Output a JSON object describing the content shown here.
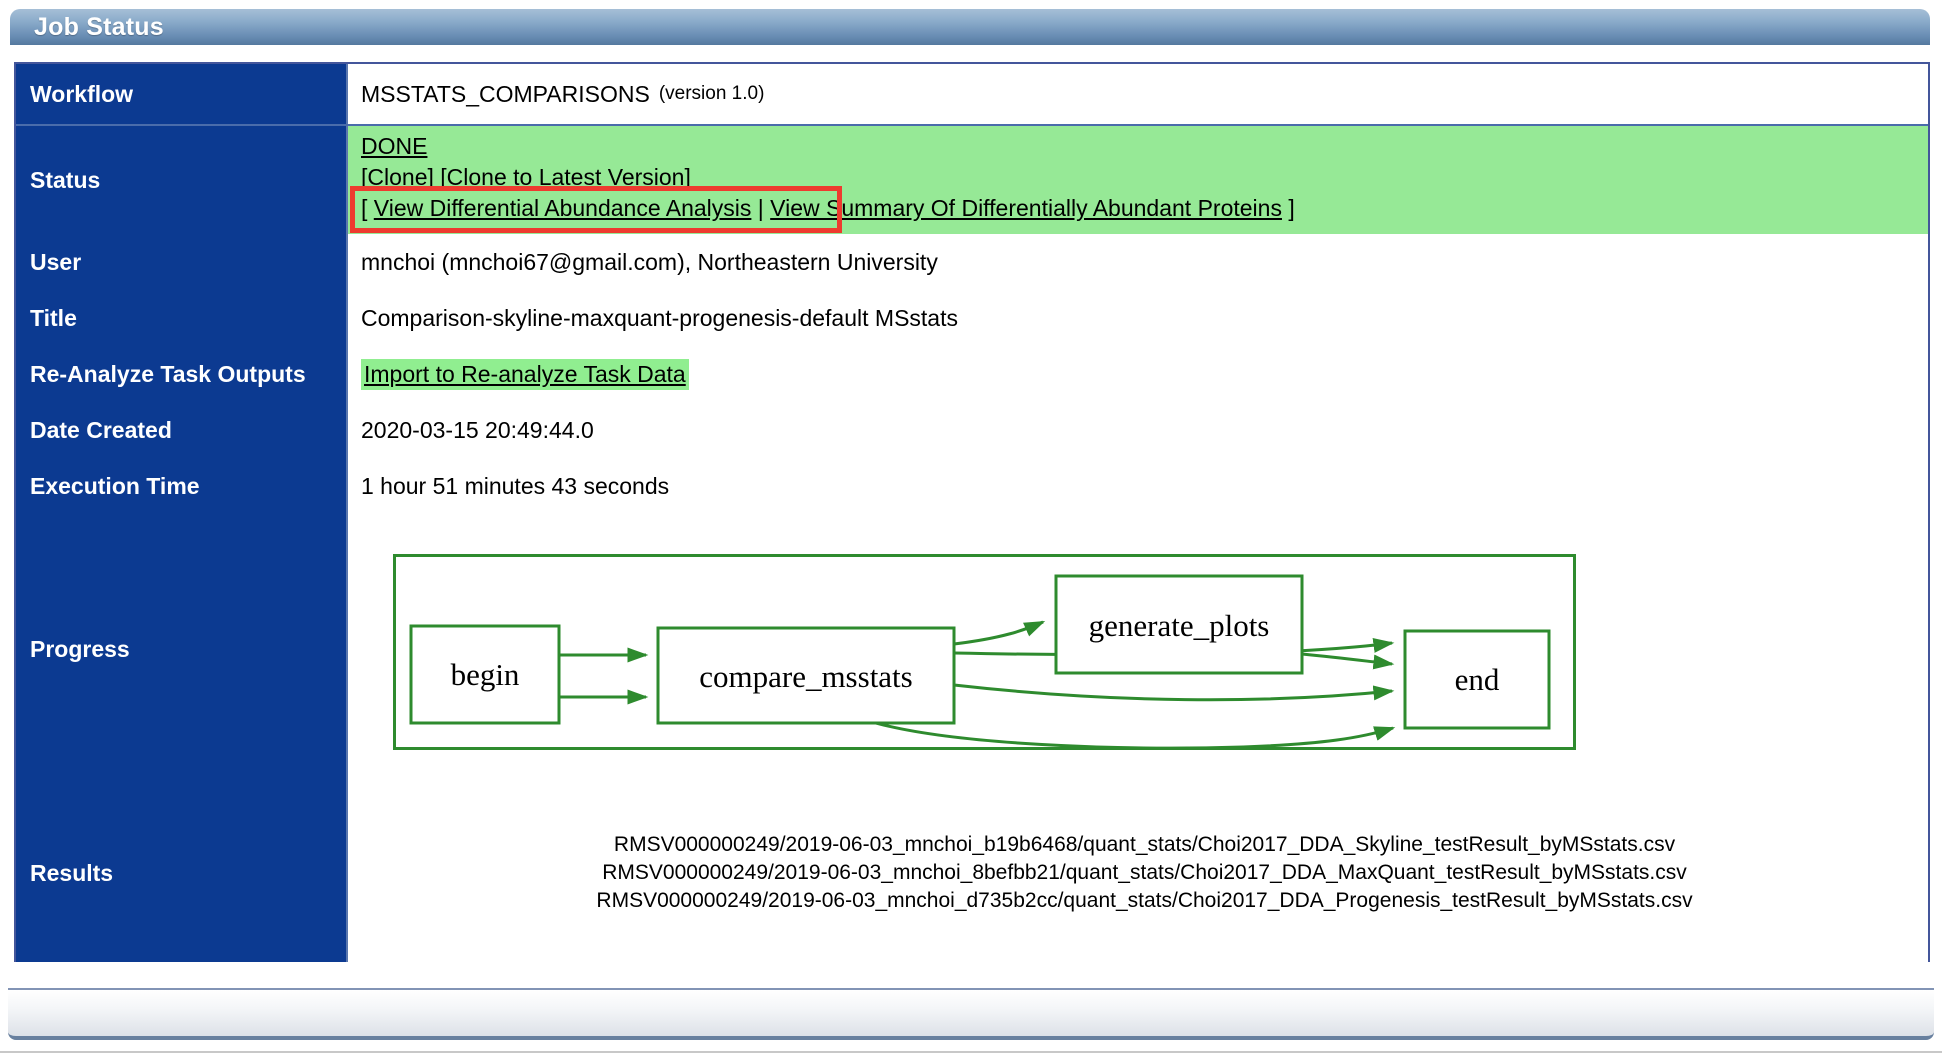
{
  "header": {
    "title": "Job Status"
  },
  "rows": {
    "workflow": {
      "label": "Workflow"
    },
    "status": {
      "label": "Status"
    },
    "user": {
      "label": "User"
    },
    "title": {
      "label": "Title"
    },
    "reanalyze": {
      "label": "Re-Analyze Task Outputs"
    },
    "date_created": {
      "label": "Date Created"
    },
    "execution_time": {
      "label": "Execution Time"
    },
    "progress": {
      "label": "Progress"
    },
    "results": {
      "label": "Results"
    }
  },
  "workflow": {
    "name": "MSSTATS_COMPARISONS",
    "version": "(version 1.0)"
  },
  "status": {
    "state": "DONE",
    "clone": "[Clone]",
    "clone_latest": "[Clone to Latest Version]",
    "bracket_open": "[",
    "view_differential": "View Differential Abundance Analysis",
    "separator": "|",
    "view_summary": "View Summary Of Differentially Abundant Proteins",
    "bracket_close": "]"
  },
  "user": {
    "value": "mnchoi (mnchoi67@gmail.com), Northeastern University"
  },
  "title": {
    "value": "Comparison-skyline-maxquant-progenesis-default MSstats"
  },
  "reanalyze": {
    "link": "Import to Re-analyze Task Data"
  },
  "date_created": {
    "value": "2020-03-15 20:49:44.0"
  },
  "execution_time": {
    "value": "1 hour 51 minutes 43 seconds"
  },
  "diagram": {
    "nodes": {
      "begin": "begin",
      "compare": "compare_msstats",
      "generate": "generate_plots",
      "end": "end"
    }
  },
  "results": {
    "files": [
      "RMSV000000249/2019-06-03_mnchoi_b19b6468/quant_stats/Choi2017_DDA_Skyline_testResult_byMSstats.csv",
      "RMSV000000249/2019-06-03_mnchoi_8befbb21/quant_stats/Choi2017_DDA_MaxQuant_testResult_byMSstats.csv",
      "RMSV000000249/2019-06-03_mnchoi_d735b2cc/quant_stats/Choi2017_DDA_Progenesis_testResult_byMSstats.csv"
    ]
  },
  "colors": {
    "label_navy": "#0c3a91",
    "status_green": "#96e996",
    "highlight_green": "#90ee90",
    "diagram_green": "#2e8b2e",
    "annotation_red": "#ee3b2f",
    "border_steel_blue": "#4a6cab"
  }
}
